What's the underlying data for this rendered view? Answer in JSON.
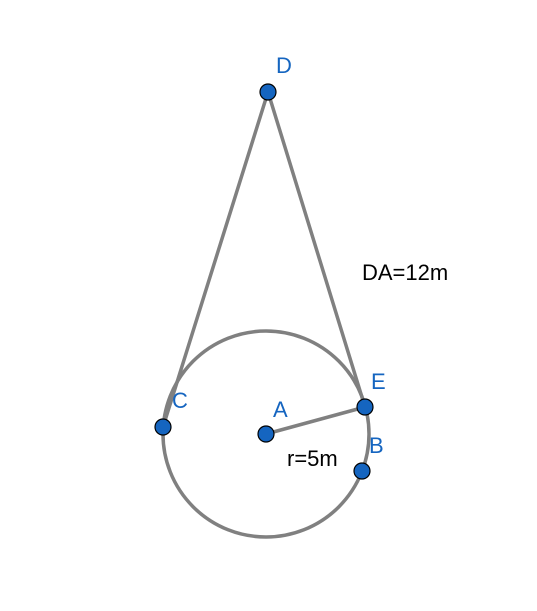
{
  "points": {
    "A": "A",
    "B": "B",
    "C": "C",
    "D": "D",
    "E": "E"
  },
  "annotations": {
    "distance": "DA=12m",
    "radius": "r=5m"
  },
  "colors": {
    "point_fill": "#1565c0",
    "line": "#808080",
    "label": "#1565c0",
    "text": "#000000"
  }
}
